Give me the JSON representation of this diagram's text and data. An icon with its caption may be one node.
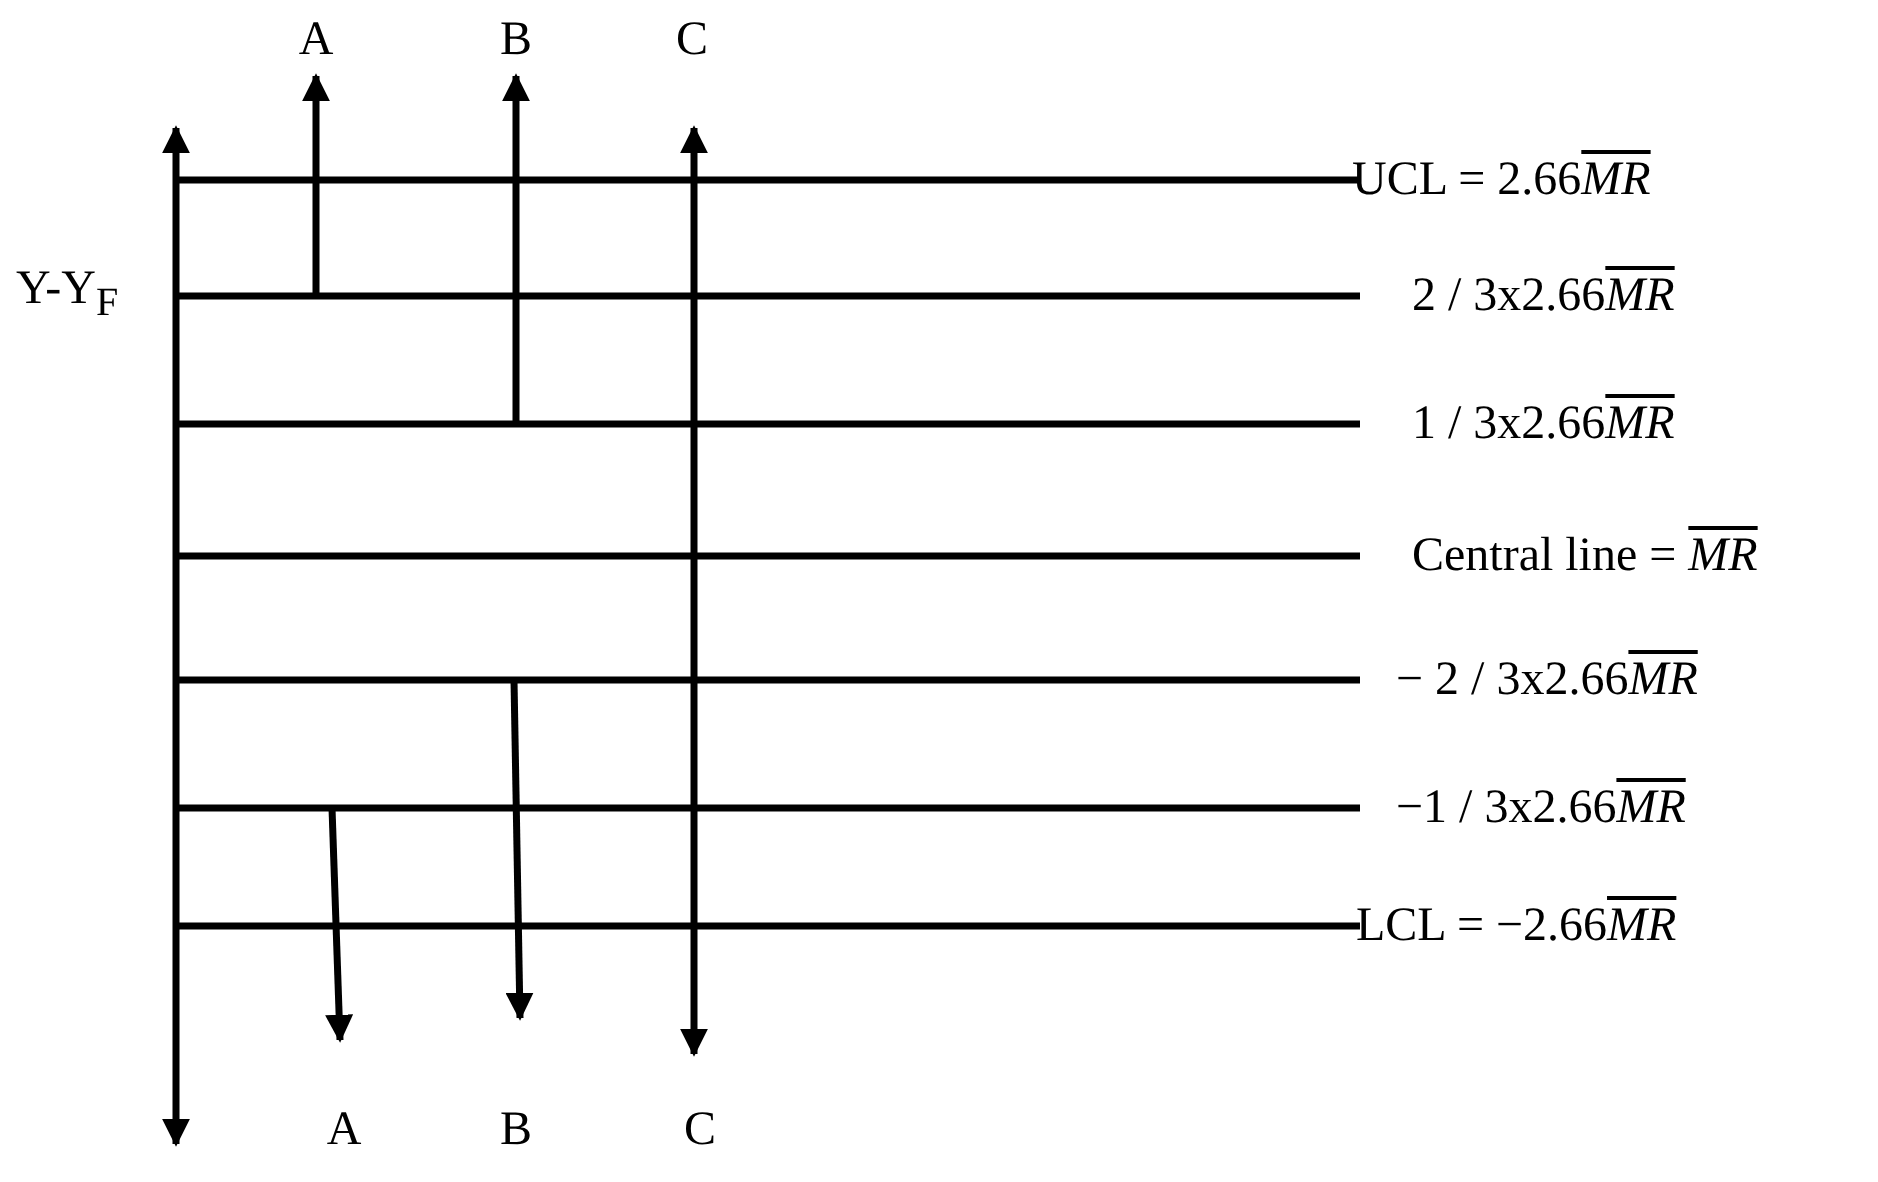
{
  "diagram": {
    "labels": [
      "A",
      "B",
      "C",
      "UCL = 2.66MR",
      "Y-Y$_{F}$",
      "2 / 3x2.66MR",
      "1 / 3x2.66MR",
      "Central line = MR",
      "− 2 / 3x2.66MR",
      "−1 / 3x2.66MR",
      "LCL = −2.66MR",
      "A",
      "B",
      "C"
    ]
  }
}
